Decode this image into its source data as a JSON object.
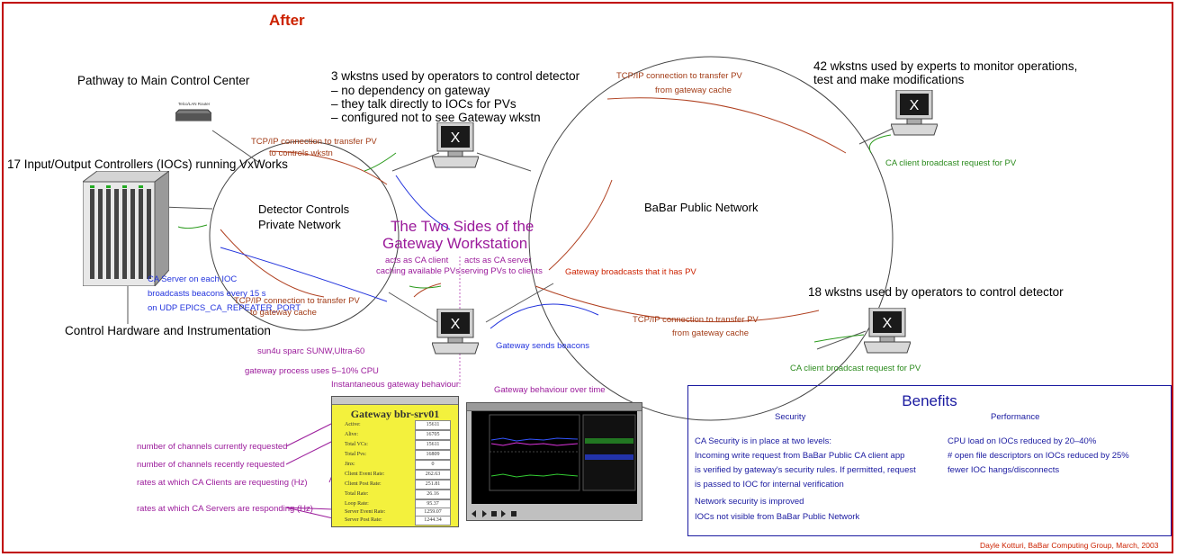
{
  "heading": "After",
  "pathway_label": "Pathway to Main Control Center",
  "router_label": "Telco/LAN Router",
  "ioc_label": "17 Input/Output Controllers (IOCs) running VxWorks",
  "control_hw_label": "Control Hardware and Instrumentation",
  "private_network": {
    "line1": "Detector Controls",
    "line2": "Private Network"
  },
  "public_network": "BaBar Public Network",
  "gateway_title": {
    "line1": "The Two Sides of the",
    "line2": "Gateway Workstation"
  },
  "operators_top": {
    "line1": "3 wkstns used by operators to control detector",
    "line2": "– no dependency on gateway",
    "line3": "– they talk directly to IOCs for PVs",
    "line4": "– configured not to see Gateway wkstn"
  },
  "experts": {
    "line1": "42 wkstns used by experts to monitor operations,",
    "line2": "test and make modifications"
  },
  "operators_bottom": "18 wkstns used by operators to control detector",
  "arrows": {
    "tcp_controls_1": "TCP/IP connection to transfer PV",
    "tcp_controls_2": "to controls wkstn",
    "tcp_public_top_1": "TCP/IP connection to transfer PV",
    "tcp_public_top_2": "from gateway cache",
    "ca_broadcast_top": "CA client broadcast request for PV",
    "ca_server_1": "CA Server on each IOC",
    "ca_server_2": "broadcasts beacons every 15 s",
    "ca_server_3": "on UDP EPICS_CA_REPEATER_PORT",
    "tcp_gateway_cache_1": "TCP/IP connection to transfer PV",
    "tcp_gateway_cache_2": "to gateway cache",
    "ca_client_side_1": "acts as CA client",
    "ca_client_side_2": "caching available PVs",
    "ca_server_side_1": "acts as CA server",
    "ca_server_side_2": "serving PVs to clients",
    "gw_broadcast": "Gateway broadcasts that it has PV",
    "tcp_public_bottom_1": "TCP/IP connection to transfer PV",
    "tcp_public_bottom_2": "from gateway cache",
    "gw_beacons": "Gateway sends beacons",
    "ca_broadcast_bottom": "CA client broadcast request for PV"
  },
  "gateway_info": {
    "host": "sun4u sparc SUNW,Ultra-60",
    "cpu": "gateway process uses 5–10% CPU"
  },
  "instant_label": "Instantaneous gateway behaviour",
  "overtime_label": "Gateway behaviour over time",
  "annotations": {
    "a1": "number of channels currently requested",
    "a2": "number of channels recently requested",
    "a3": "rates at which CA Clients are requesting (Hz)",
    "a4": "rates at which CA Servers are responding (Hz)"
  },
  "gateway_panel": {
    "title": "Gateway bbr-srv01",
    "rows": [
      {
        "label": "Active:",
        "value": "15611"
      },
      {
        "label": "Alive:",
        "value": "16705"
      },
      {
        "label": "Total VCs:",
        "value": "15611"
      },
      {
        "label": "Total Pvs:",
        "value": "16809"
      },
      {
        "label": "Jinx:",
        "value": "0"
      },
      {
        "label": "Client Event Rate:",
        "value": "262.63"
      },
      {
        "label": "Client Post Rate:",
        "value": "251.81"
      },
      {
        "label": "Total Rate:",
        "value": "26.16"
      },
      {
        "label": "Loop Rate:",
        "value": "95.37"
      },
      {
        "label": "Server Event Rate:",
        "value": "1259.07"
      },
      {
        "label": "Server Post Rate:",
        "value": "1244.34"
      }
    ]
  },
  "benefits": {
    "title": "Benefits",
    "security_heading": "Security",
    "performance_heading": "Performance",
    "security_lines": [
      "CA Security is in place at two levels:",
      "Incoming write request from BaBar Public CA client app",
      "is verified by gateway's security rules. If permitted, request",
      "is passed to IOC for internal verification"
    ],
    "network_lines": [
      "Network security is improved",
      "IOCs not visible from BaBar Public Network"
    ],
    "performance_lines": [
      "CPU load on IOCs reduced by 20–40%",
      "# open file descriptors on IOCs reduced by 25%",
      "fewer IOC hangs/disconnects"
    ]
  },
  "credit": "Dayle Kotturi, BaBar Computing Group, March, 2003",
  "colors": {
    "heading": "#cc2200",
    "gateway": "#9b1b9b",
    "benefits": "#1a1aa0"
  }
}
